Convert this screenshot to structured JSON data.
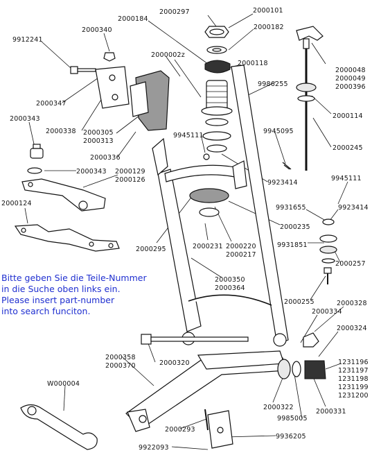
{
  "labels": {
    "p2000297": "2000297",
    "p2000101": "2000101",
    "p2000184": "2000184",
    "p2000182": "2000182",
    "p2000340": "2000340",
    "p9912241": "9912241",
    "p2000002z": "2000002z",
    "p2000118": "2000118",
    "p9986255": "9986255",
    "p2000048": "2000048",
    "p2000049": "2000049",
    "p2000396": "2000396",
    "p2000347": "2000347",
    "p2000114": "2000114",
    "p2000343a": "2000343",
    "p2000338": "2000338",
    "p2000305": "2000305",
    "p2000313": "2000313",
    "p9945111a": "9945111",
    "p9945095": "9945095",
    "p2000245": "2000245",
    "p2000336": "2000336",
    "p2000343b": "2000343",
    "p2000129": "2000129",
    "p2000126": "2000126",
    "p9923414a": "9923414",
    "p9945111b": "9945111",
    "p2000124": "2000124",
    "p9931655": "9931655",
    "p9923414b": "9923414",
    "p2000235": "2000235",
    "p2000295": "2000295",
    "p2000231": "2000231",
    "p2000220": "2000220",
    "p2000217": "2000217",
    "p9931851": "9931851",
    "p2000257": "2000257",
    "p2000350": "2000350",
    "p2000364": "2000364",
    "p2000255": "2000255",
    "p2000328": "2000328",
    "p2000334": "2000334",
    "p2000324": "2000324",
    "p2000358": "2000358",
    "p2000370": "2000370",
    "p2000320": "2000320",
    "p1231196": "1231196",
    "p1231197": "1231197",
    "p1231198": "1231198",
    "p1231199": "1231199",
    "p1231200": "1231200",
    "pW000004": "W000004",
    "p2000322": "2000322",
    "p9985005": "9985005",
    "p2000331": "2000331",
    "p2000293": "2000293",
    "p9936205": "9936205",
    "p9922093": "9922093"
  },
  "note": {
    "line1": "Bitte geben Sie die Teile-Nummer",
    "line2": "in die Suche oben links ein.",
    "line3": "Please insert part-number",
    "line4": "into search funciton."
  },
  "colors": {
    "note": "#1f2fd0",
    "ink": "#111111",
    "background": "#ffffff"
  }
}
